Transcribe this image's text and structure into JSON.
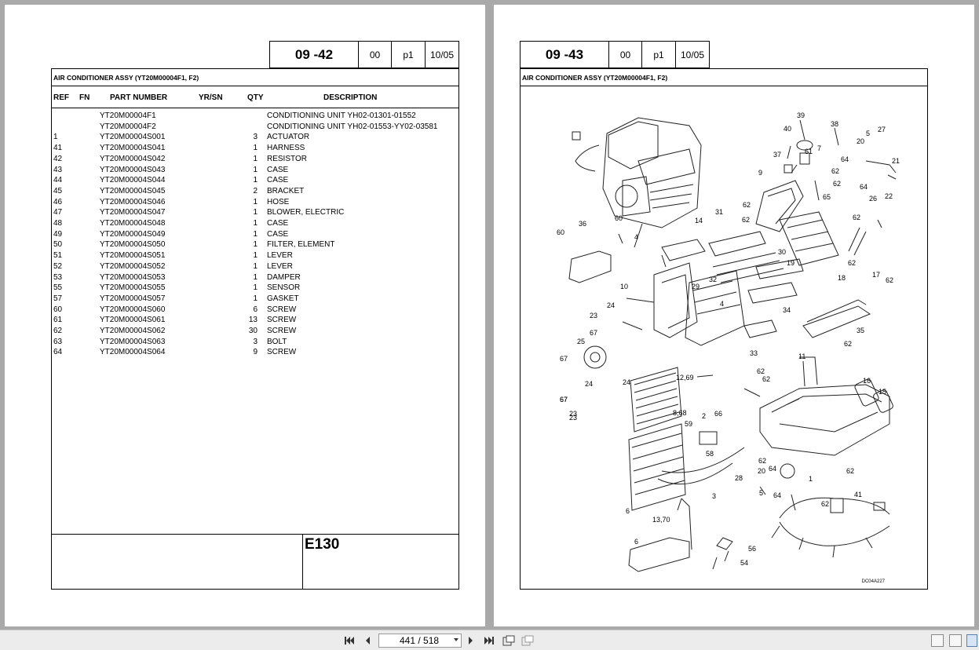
{
  "left_page": {
    "header": {
      "code": "09 -42",
      "rev": "00",
      "part": "p1",
      "date": "10/05"
    },
    "title": "AIR CONDITIONER ASSY (YT20M00004F1, F2)",
    "columns": {
      "ref": "REF",
      "fn": "FN",
      "part_number": "PART NUMBER",
      "yrsn": "YR/SN",
      "qty": "QTY",
      "description": "DESCRIPTION"
    },
    "rows": [
      {
        "ref": "",
        "pn": "YT20M00004F1",
        "qty": "",
        "desc": "CONDITIONING UNIT YH02-01301-01552"
      },
      {
        "ref": "",
        "pn": "YT20M00004F2",
        "qty": "",
        "desc": "CONDITIONING UNIT YH02-01553-YY02-03581"
      },
      {
        "ref": "1",
        "pn": "YT20M00004S001",
        "qty": "3",
        "desc": "ACTUATOR"
      },
      {
        "ref": "41",
        "pn": "YT20M00004S041",
        "qty": "1",
        "desc": "HARNESS"
      },
      {
        "ref": "42",
        "pn": "YT20M00004S042",
        "qty": "1",
        "desc": "RESISTOR"
      },
      {
        "ref": "43",
        "pn": "YT20M00004S043",
        "qty": "1",
        "desc": "CASE"
      },
      {
        "ref": "44",
        "pn": "YT20M00004S044",
        "qty": "1",
        "desc": "CASE"
      },
      {
        "ref": "45",
        "pn": "YT20M00004S045",
        "qty": "2",
        "desc": "BRACKET"
      },
      {
        "ref": "46",
        "pn": "YT20M00004S046",
        "qty": "1",
        "desc": "HOSE"
      },
      {
        "ref": "47",
        "pn": "YT20M00004S047",
        "qty": "1",
        "desc": "BLOWER, ELECTRIC"
      },
      {
        "ref": "48",
        "pn": "YT20M00004S048",
        "qty": "1",
        "desc": "CASE"
      },
      {
        "ref": "49",
        "pn": "YT20M00004S049",
        "qty": "1",
        "desc": "CASE"
      },
      {
        "ref": "50",
        "pn": "YT20M00004S050",
        "qty": "1",
        "desc": "FILTER, ELEMENT"
      },
      {
        "ref": "51",
        "pn": "YT20M00004S051",
        "qty": "1",
        "desc": "LEVER"
      },
      {
        "ref": "52",
        "pn": "YT20M00004S052",
        "qty": "1",
        "desc": "LEVER"
      },
      {
        "ref": "53",
        "pn": "YT20M00004S053",
        "qty": "1",
        "desc": "DAMPER"
      },
      {
        "ref": "55",
        "pn": "YT20M00004S055",
        "qty": "1",
        "desc": "SENSOR"
      },
      {
        "ref": "57",
        "pn": "YT20M00004S057",
        "qty": "1",
        "desc": "GASKET"
      },
      {
        "ref": "60",
        "pn": "YT20M00004S060",
        "qty": "6",
        "desc": "SCREW"
      },
      {
        "ref": "61",
        "pn": "YT20M00004S061",
        "qty": "13",
        "desc": "SCREW"
      },
      {
        "ref": "62",
        "pn": "YT20M00004S062",
        "qty": "30",
        "desc": "SCREW"
      },
      {
        "ref": "63",
        "pn": "YT20M00004S063",
        "qty": "3",
        "desc": "BOLT"
      },
      {
        "ref": "64",
        "pn": "YT20M00004S064",
        "qty": "9",
        "desc": "SCREW"
      }
    ],
    "model": "E130"
  },
  "right_page": {
    "header": {
      "code": "09 -43",
      "rev": "00",
      "part": "p1",
      "date": "10/05"
    },
    "title": "AIR CONDITIONER ASSY (YT20M00004F1, F2)",
    "diagram_code": "DC04A227",
    "callouts": [
      "39",
      "40",
      "38",
      "5",
      "27",
      "20",
      "61",
      "7",
      "37",
      "64",
      "62",
      "21",
      "9",
      "62",
      "64",
      "65",
      "26",
      "22",
      "62",
      "60",
      "14",
      "31",
      "62",
      "62",
      "36",
      "60",
      "4",
      "30",
      "19",
      "62",
      "17",
      "10",
      "29",
      "32",
      "18",
      "62",
      "24",
      "23",
      "4",
      "34",
      "35",
      "67",
      "25",
      "67",
      "24",
      "33",
      "62",
      "67",
      "23",
      "11",
      "62",
      "12,69",
      "62",
      "16",
      "15",
      "24",
      "67",
      "23",
      "8,68",
      "59",
      "2",
      "66",
      "58",
      "62",
      "20",
      "64",
      "28",
      "5",
      "64",
      "1",
      "62",
      "62",
      "3",
      "41",
      "6",
      "13,70",
      "6",
      "56",
      "54"
    ]
  },
  "toolbar": {
    "page_indicator": "441 / 518",
    "first_icon": "first-page-icon",
    "prev_icon": "previous-page-icon",
    "next_icon": "next-page-icon",
    "last_icon": "last-page-icon"
  }
}
